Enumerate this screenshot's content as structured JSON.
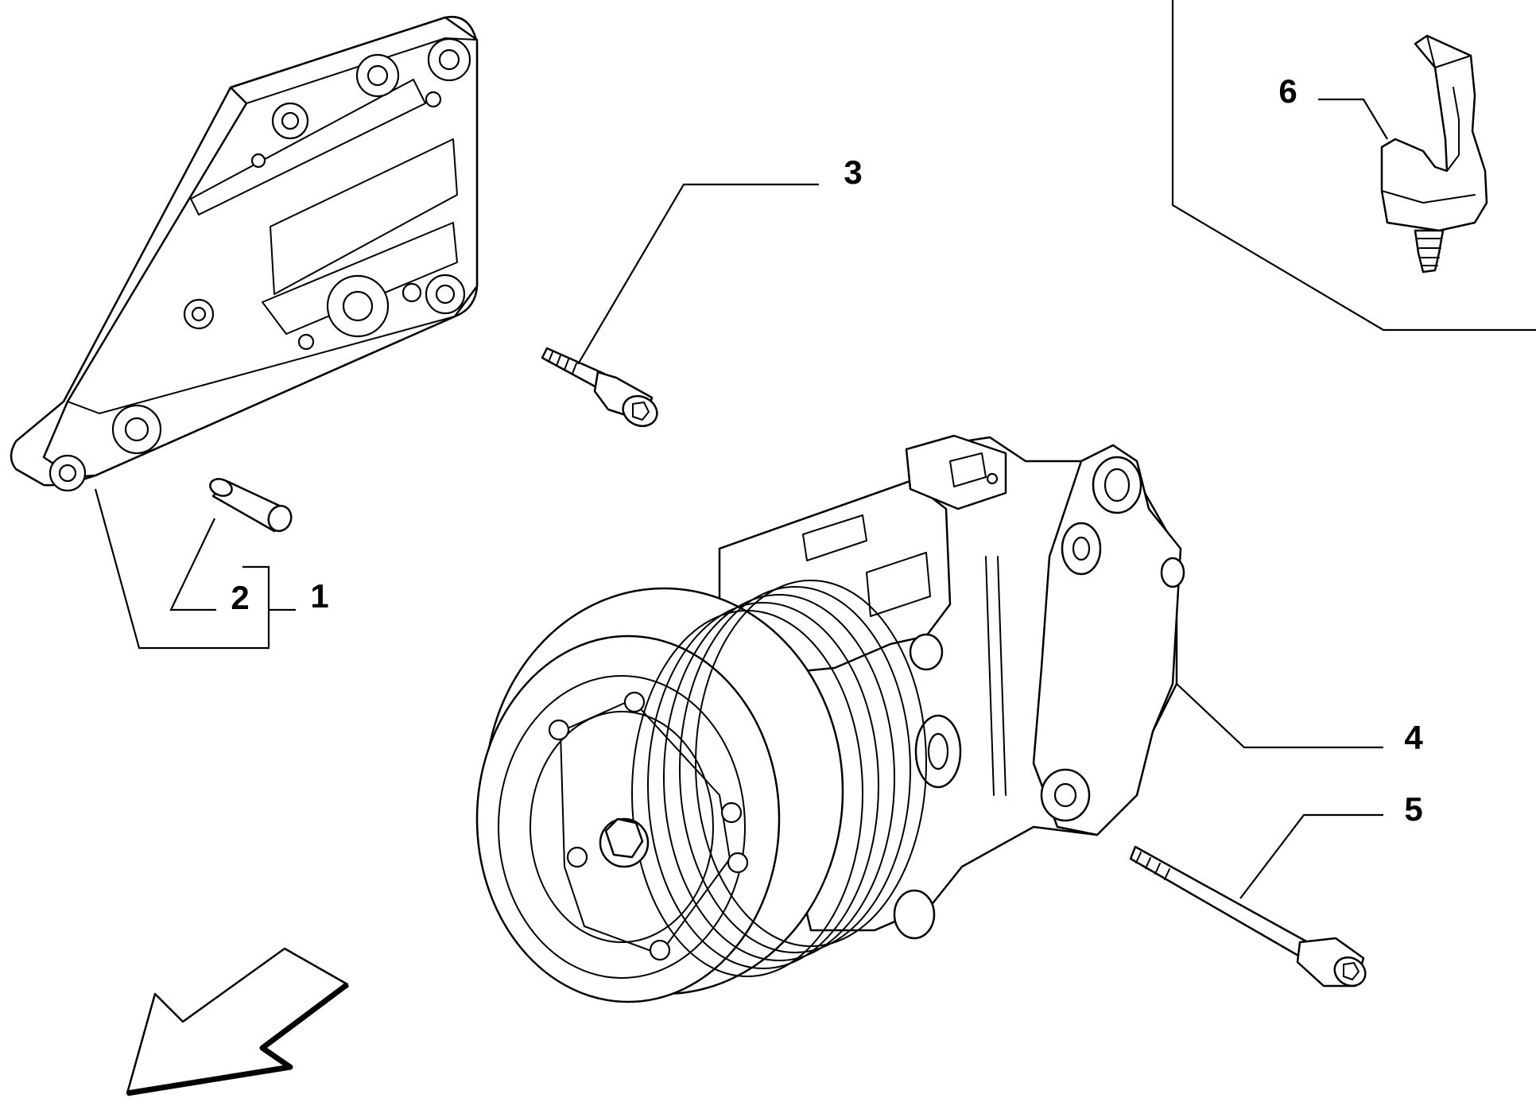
{
  "callouts": {
    "c1": "1",
    "c2": "2",
    "c3": "3",
    "c4": "4",
    "c5": "5",
    "c6": "6"
  },
  "colors": {
    "line": "#000000",
    "background": "#ffffff"
  },
  "icons": {
    "direction_arrow": "front-direction-arrow-icon"
  }
}
